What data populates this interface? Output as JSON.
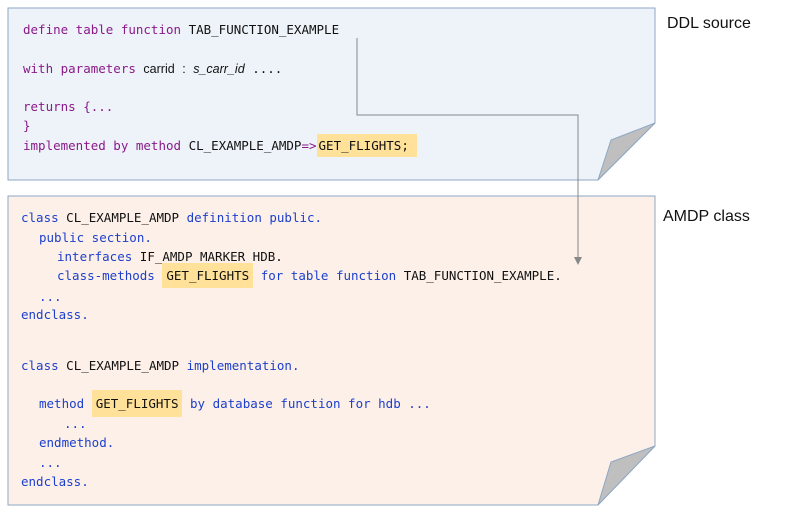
{
  "ddl": {
    "label": "DDL source",
    "line1_kw": "define table function",
    "line1_name": "TAB_FUNCTION_EXAMPLE",
    "line2_kw": "with parameters",
    "line2_param": "carrid",
    "line2_colon": ":",
    "line2_type": "s_carr_id",
    "line2_dots": "....",
    "line3_kw": "returns",
    "line3_rest": "{...",
    "line4": "}",
    "line5_kw": "implemented by method",
    "line5_class": "CL_EXAMPLE_AMDP",
    "line5_arrow": "=>",
    "line5_method": "GET_FLIGHTS;"
  },
  "amdp": {
    "label": "AMDP class",
    "l1_kw1": "class",
    "l1_name": "CL_EXAMPLE_AMDP",
    "l1_kw2": "definition public.",
    "l2": "public section.",
    "l3_kw": "interfaces",
    "l3_name": "IF_AMDP_MARKER_HDB.",
    "l4_kw": "class-methods",
    "l4_method": "GET_FLIGHTS",
    "l4_kw2": "for table function",
    "l4_name": "TAB_FUNCTION_EXAMPLE.",
    "l5": "...",
    "l6": "endclass.",
    "l7_kw1": "class",
    "l7_name": "CL_EXAMPLE_AMDP",
    "l7_kw2": "implementation.",
    "l8_kw": "method",
    "l8_method": "GET_FLIGHTS",
    "l8_kw2": "by database function for hdb ...",
    "l9": "...",
    "l10": "endmethod.",
    "l11": "...",
    "l12": "endclass."
  },
  "colors": {
    "ddl_fill": "#eef3f9",
    "amdp_fill": "#fdf0e8",
    "border": "#8ea7c4",
    "highlight": "#ffe199",
    "keyword_purple": "#8a1a8a",
    "keyword_blue": "#1c3fcc"
  }
}
